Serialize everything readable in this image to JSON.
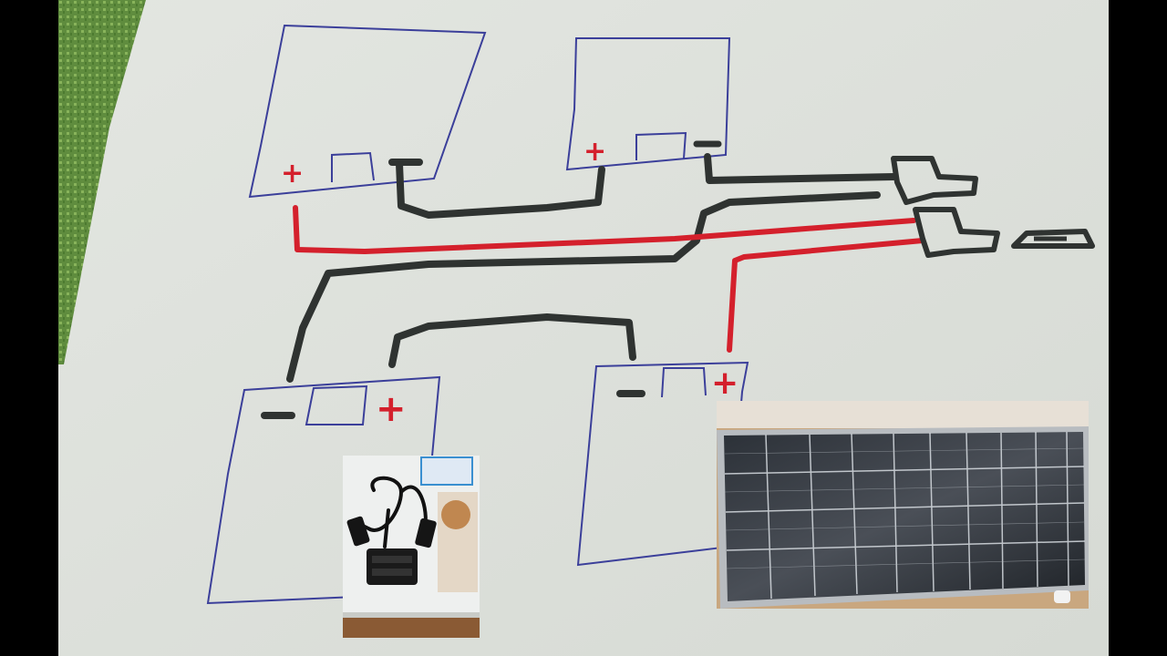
{
  "diagram": {
    "description_type": "hand-drawn solar panel wiring sketch",
    "panels": [
      {
        "id": "panel-top-left",
        "pos_symbol": "+",
        "neg_symbol": "-"
      },
      {
        "id": "panel-top-right",
        "pos_symbol": "+",
        "neg_symbol": "-"
      },
      {
        "id": "panel-bottom-left",
        "pos_symbol": "+",
        "neg_symbol": "-"
      },
      {
        "id": "panel-bottom-right",
        "pos_symbol": "+",
        "neg_symbol": "-"
      }
    ],
    "colors": {
      "positive_wire": "#d4202c",
      "negative_wire": "#2f3331",
      "panel_outline": "#3b3f9a",
      "paper": "#dfe3dd",
      "grass": "#6f9a4a",
      "frame": "#000000"
    }
  },
  "photos": [
    {
      "id": "branch-connector-photo",
      "icon": "y-branch-connector-icon"
    },
    {
      "id": "solar-panel-photo",
      "icon": "solar-panel-icon"
    }
  ]
}
